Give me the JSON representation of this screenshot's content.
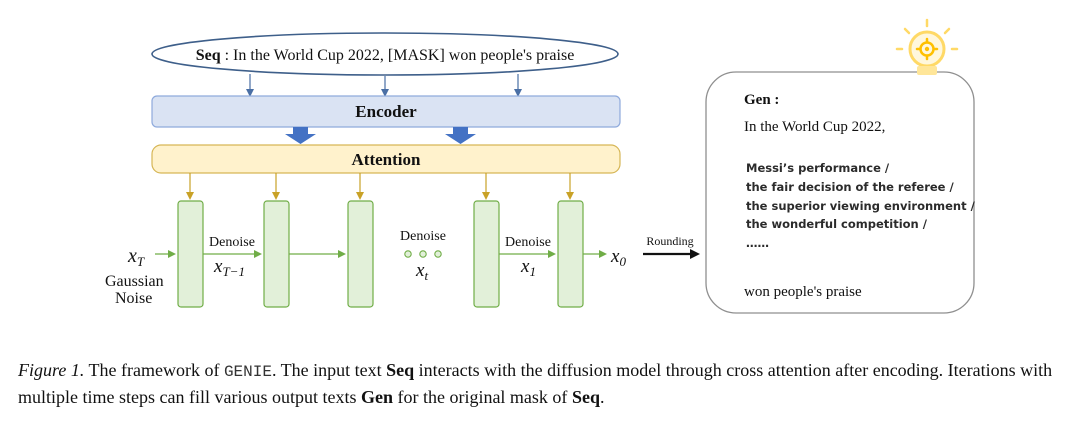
{
  "figure": {
    "seq_label": "Seq",
    "seq_text": " : In the World Cup 2022, [MASK] won people's praise",
    "encoder_label": "Encoder",
    "attention_label": "Attention",
    "x_T": "x",
    "x_T_sub": "T",
    "gaussian": "Gaussian",
    "noise": "Noise",
    "denoise_1": "Denoise",
    "x_T_minus_1": "x",
    "x_T_minus_1_sub": "T−1",
    "denoise_mid": "Denoise",
    "x_t": "x",
    "x_t_sub": "t",
    "denoise_2": "Denoise",
    "x_1": "x",
    "x_1_sub": "1",
    "x_0": "x",
    "x_0_sub": "0",
    "rounding": "Rounding",
    "gen_title": "Gen :",
    "gen_line1": "In the World Cup 2022,",
    "gen_options": [
      "Messi’s performance /",
      "the fair decision of the referee /",
      "the superior viewing environment /",
      "the wonderful competition /",
      "……"
    ],
    "gen_last": "won people's praise"
  },
  "caption": {
    "figure_label": "Figure 1.",
    "t1": " The framework of ",
    "genie": "GENIE",
    "t2": ". The input text ",
    "seq": "Seq",
    "t3": " interacts with the diffusion model through cross attention after encoding. Iterations with multiple time steps can fill various output texts ",
    "gen": "Gen",
    "t4": " for the original mask of ",
    "seq2": "Seq",
    "t5": "."
  },
  "colors": {
    "seq_border": "#3e5f8a",
    "encoder_fill": "#dae3f3",
    "encoder_border": "#8faadc",
    "block_arrow": "#4472c4",
    "attention_fill": "#fff2cc",
    "attention_border": "#d6b656",
    "attention_arrow": "#c9a227",
    "step_fill": "#e2f0d9",
    "step_border": "#70ad47",
    "green_arrow": "#70ad47",
    "bulb": "#ffd966"
  }
}
